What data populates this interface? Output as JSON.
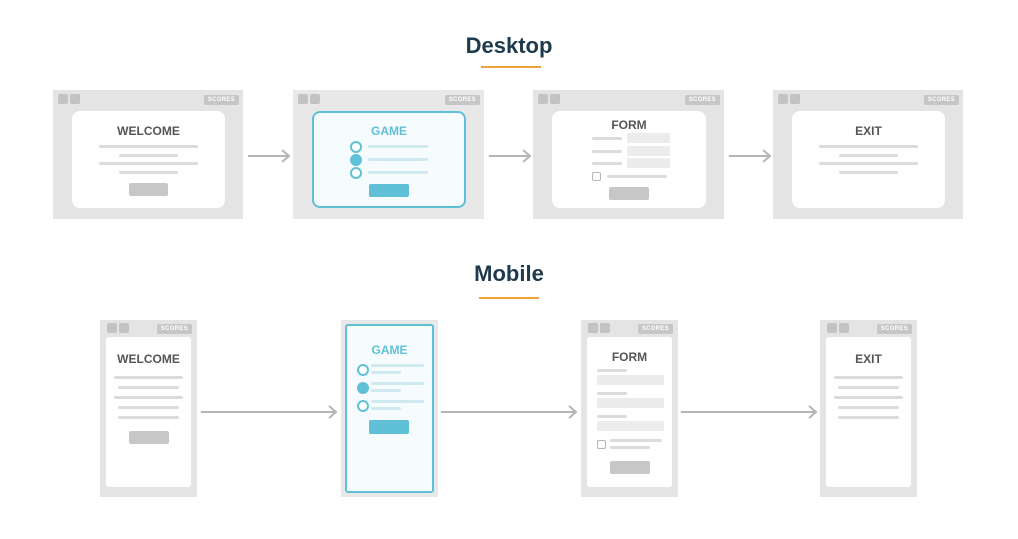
{
  "sections": {
    "desktop": "Desktop",
    "mobile": "Mobile"
  },
  "badge": "SCORES",
  "screens": {
    "welcome": "WELCOME",
    "game": "GAME",
    "form": "FORM",
    "exit": "EXIT"
  },
  "colors": {
    "title": "#1f3a4d",
    "underline": "#f0a33a",
    "accent": "#5fc0d8",
    "frame": "#e4e4e4",
    "placeholder": "#dcdcdc"
  }
}
